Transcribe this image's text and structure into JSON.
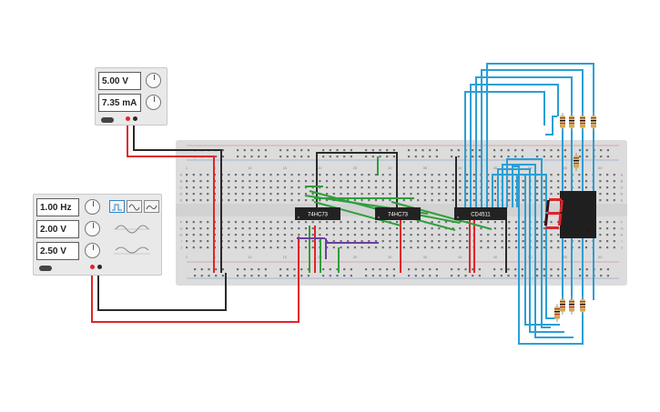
{
  "power_supply": {
    "voltage": "5.00 V",
    "current": "7.35 mA"
  },
  "function_generator": {
    "frequency": "1.00 Hz",
    "amplitude": "2.00 V",
    "dc_offset": "2.50 V",
    "waveforms": [
      "square-wave-icon",
      "sine-wave-icon",
      "triangle-wave-icon"
    ],
    "selected_waveform": "square"
  },
  "breadboard": {
    "column_labels": [
      "1",
      "5",
      "10",
      "15",
      "20",
      "25",
      "30",
      "35",
      "40",
      "45",
      "50",
      "55",
      "60"
    ],
    "row_labels_top": [
      "A",
      "B",
      "C",
      "D",
      "E"
    ],
    "row_labels_bottom": [
      "F",
      "G",
      "H",
      "I",
      "J"
    ]
  },
  "chips": [
    {
      "label": "74HC73"
    },
    {
      "label": "74HC73"
    },
    {
      "label": "CD4511"
    }
  ],
  "display": {
    "digit": "3",
    "segment_color": "#e0242a",
    "off_color": "#3a0f12"
  },
  "colors": {
    "red_wire": "#e0242a",
    "black_wire": "#2a2a2a",
    "blue_wire": "#2a9fd6",
    "green_wire": "#2f9e3c",
    "purple_wire": "#6b3fa0",
    "breadboard": "#dcdcdc"
  }
}
